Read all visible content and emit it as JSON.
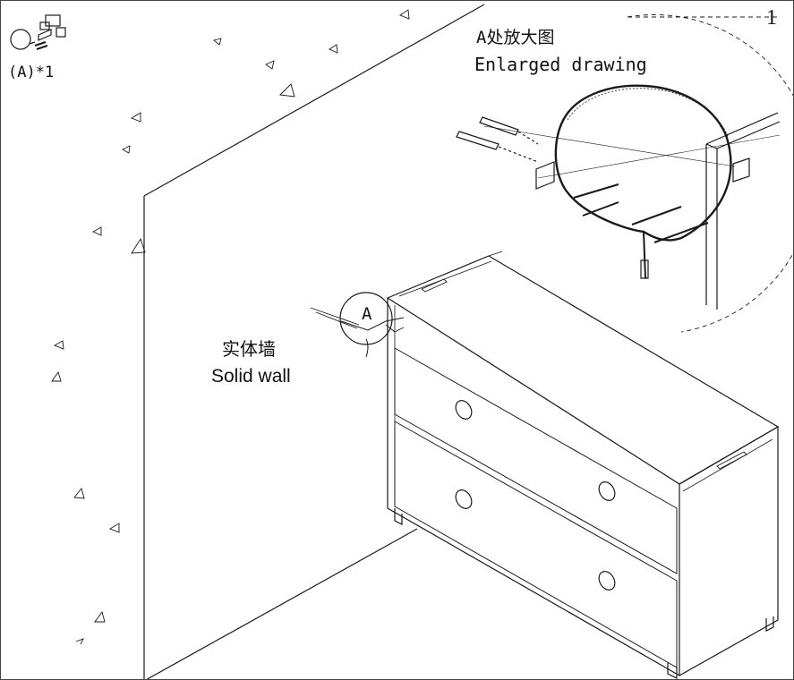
{
  "parts": {
    "quantity_label": "(A)*1"
  },
  "enlarged": {
    "label_cn": "A处放大图",
    "label_en": "Enlarged drawing"
  },
  "wall": {
    "label_cn": "实体墙",
    "label_en": "Solid wall"
  },
  "callout": {
    "letter": "A"
  },
  "page": {
    "number": "1"
  },
  "colors": {
    "line": "#1a1a1a",
    "background": "#ffffff"
  }
}
